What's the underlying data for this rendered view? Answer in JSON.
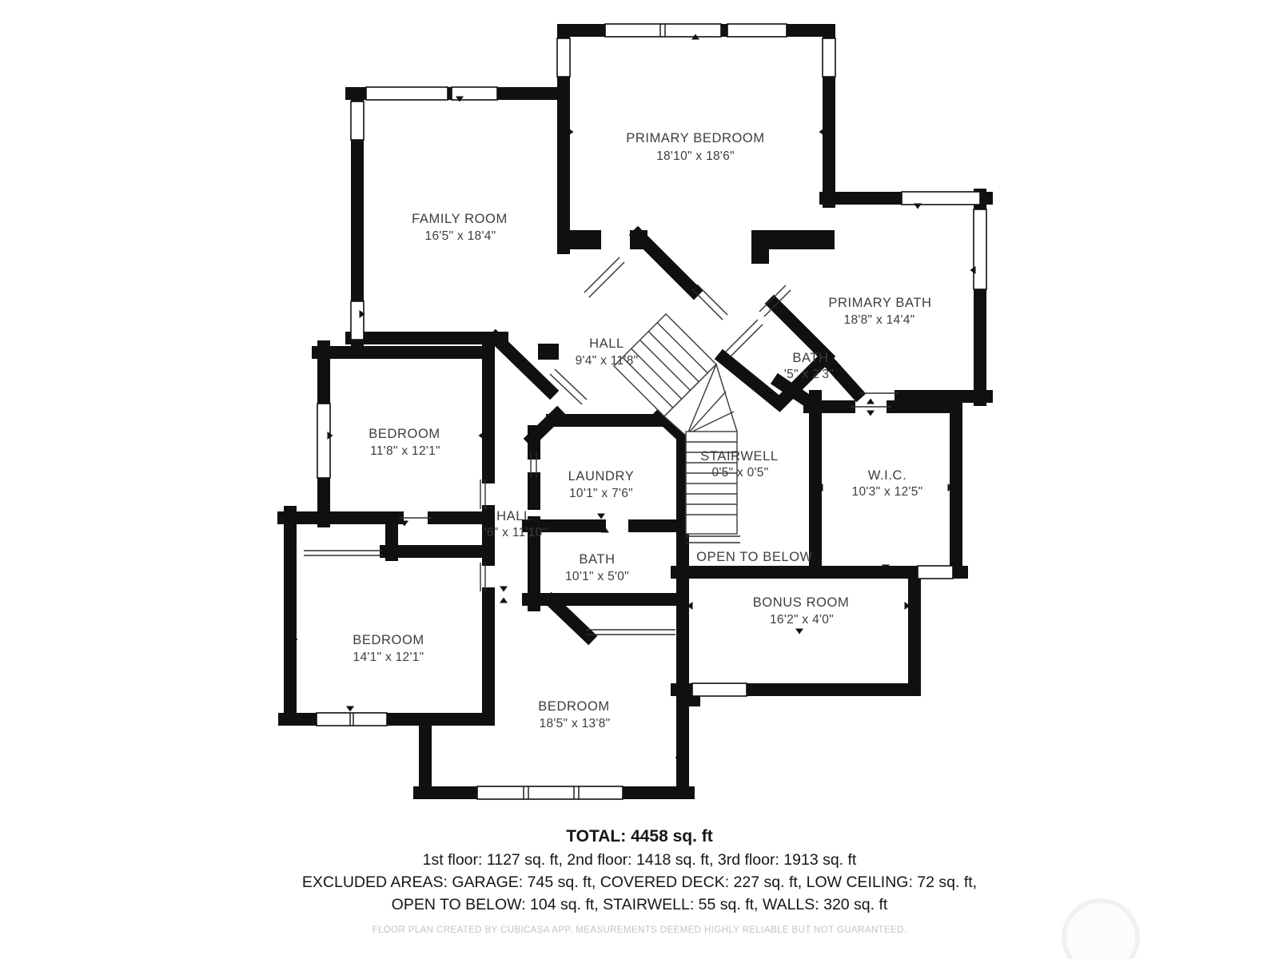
{
  "plan": {
    "rooms": [
      {
        "name": "PRIMARY BEDROOM",
        "dims": "18'10\" x 18'6\""
      },
      {
        "name": "FAMILY ROOM",
        "dims": "16'5\" x 18'4\""
      },
      {
        "name": "PRIMARY BATH",
        "dims": "18'8\" x 14'4\""
      },
      {
        "name": "HALL",
        "dims": "9'4\" x 11'8\""
      },
      {
        "name": "BATH",
        "dims": "'5\" x 2'3\""
      },
      {
        "name": "BEDROOM",
        "dims": "11'8\" x 12'1\""
      },
      {
        "name": "LAUNDRY",
        "dims": "10'1\" x 7'6\""
      },
      {
        "name": "STAIRWELL",
        "dims": "0'5\" x 0'5\""
      },
      {
        "name": "W.I.C.",
        "dims": "10'3\" x 12'5\""
      },
      {
        "name": "HALL",
        "dims": "'6\" x 11'10\""
      },
      {
        "name": "BATH",
        "dims": "10'1\" x 5'0\""
      },
      {
        "name": "OPEN TO BELOW",
        "dims": ""
      },
      {
        "name": "BONUS ROOM",
        "dims": "16'2\" x 4'0\""
      },
      {
        "name": "BEDROOM",
        "dims": "14'1\" x 12'1\""
      },
      {
        "name": "BEDROOM",
        "dims": "18'5\" x 13'8\""
      }
    ]
  },
  "footer": {
    "total": "TOTAL: 4458 sq. ft",
    "floors": "1st floor: 1127 sq. ft, 2nd floor: 1418 sq. ft, 3rd floor: 1913 sq. ft",
    "excluded1": "EXCLUDED AREAS: GARAGE: 745 sq. ft, COVERED DECK: 227 sq. ft, LOW CEILING: 72 sq. ft,",
    "excluded2": "OPEN TO BELOW: 104 sq. ft, STAIRWELL: 55 sq. ft, WALLS: 320 sq. ft",
    "disclaimer": "FLOOR PLAN CREATED BY CUBICASA APP. MEASUREMENTS DEEMED HIGHLY RELIABLE BUT NOT GUARANTEED."
  },
  "colors": {
    "wall": "#101010",
    "text": "#3d3d3d",
    "muted": "#c3c3c3"
  }
}
